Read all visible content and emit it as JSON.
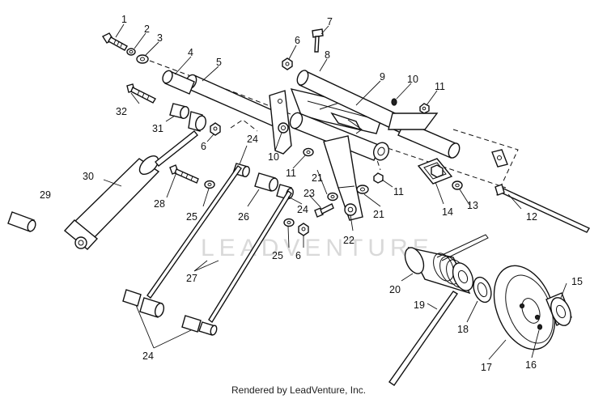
{
  "watermark_text": "LEADVENTURE",
  "credit_text": "Rendered by LeadVenture, Inc.",
  "callouts": [
    {
      "id": "c1",
      "label": "1"
    },
    {
      "id": "c2",
      "label": "2"
    },
    {
      "id": "c3",
      "label": "3"
    },
    {
      "id": "c4",
      "label": "4"
    },
    {
      "id": "c5",
      "label": "5"
    },
    {
      "id": "c6a",
      "label": "6"
    },
    {
      "id": "c7",
      "label": "7"
    },
    {
      "id": "c8",
      "label": "8"
    },
    {
      "id": "c9",
      "label": "9"
    },
    {
      "id": "c10a",
      "label": "10"
    },
    {
      "id": "c11a",
      "label": "11"
    },
    {
      "id": "c32",
      "label": "32"
    },
    {
      "id": "c31",
      "label": "31"
    },
    {
      "id": "c6b",
      "label": "6"
    },
    {
      "id": "c24a",
      "label": "24"
    },
    {
      "id": "c10b",
      "label": "10"
    },
    {
      "id": "c11b",
      "label": "11"
    },
    {
      "id": "c21a",
      "label": "21"
    },
    {
      "id": "c11c",
      "label": "11"
    },
    {
      "id": "c14",
      "label": "14"
    },
    {
      "id": "c13",
      "label": "13"
    },
    {
      "id": "c12",
      "label": "12"
    },
    {
      "id": "c30",
      "label": "30"
    },
    {
      "id": "c28",
      "label": "28"
    },
    {
      "id": "c25a",
      "label": "25"
    },
    {
      "id": "c26",
      "label": "26"
    },
    {
      "id": "c23",
      "label": "23"
    },
    {
      "id": "c24b",
      "label": "24"
    },
    {
      "id": "c21b",
      "label": "21"
    },
    {
      "id": "c22",
      "label": "22"
    },
    {
      "id": "c29",
      "label": "29"
    },
    {
      "id": "c25b",
      "label": "25"
    },
    {
      "id": "c6c",
      "label": "6"
    },
    {
      "id": "c27",
      "label": "27"
    },
    {
      "id": "c20",
      "label": "20"
    },
    {
      "id": "c19",
      "label": "19"
    },
    {
      "id": "c18",
      "label": "18"
    },
    {
      "id": "c15",
      "label": "15"
    },
    {
      "id": "c16",
      "label": "16"
    },
    {
      "id": "c17",
      "label": "17"
    },
    {
      "id": "c24c",
      "label": "24"
    }
  ]
}
